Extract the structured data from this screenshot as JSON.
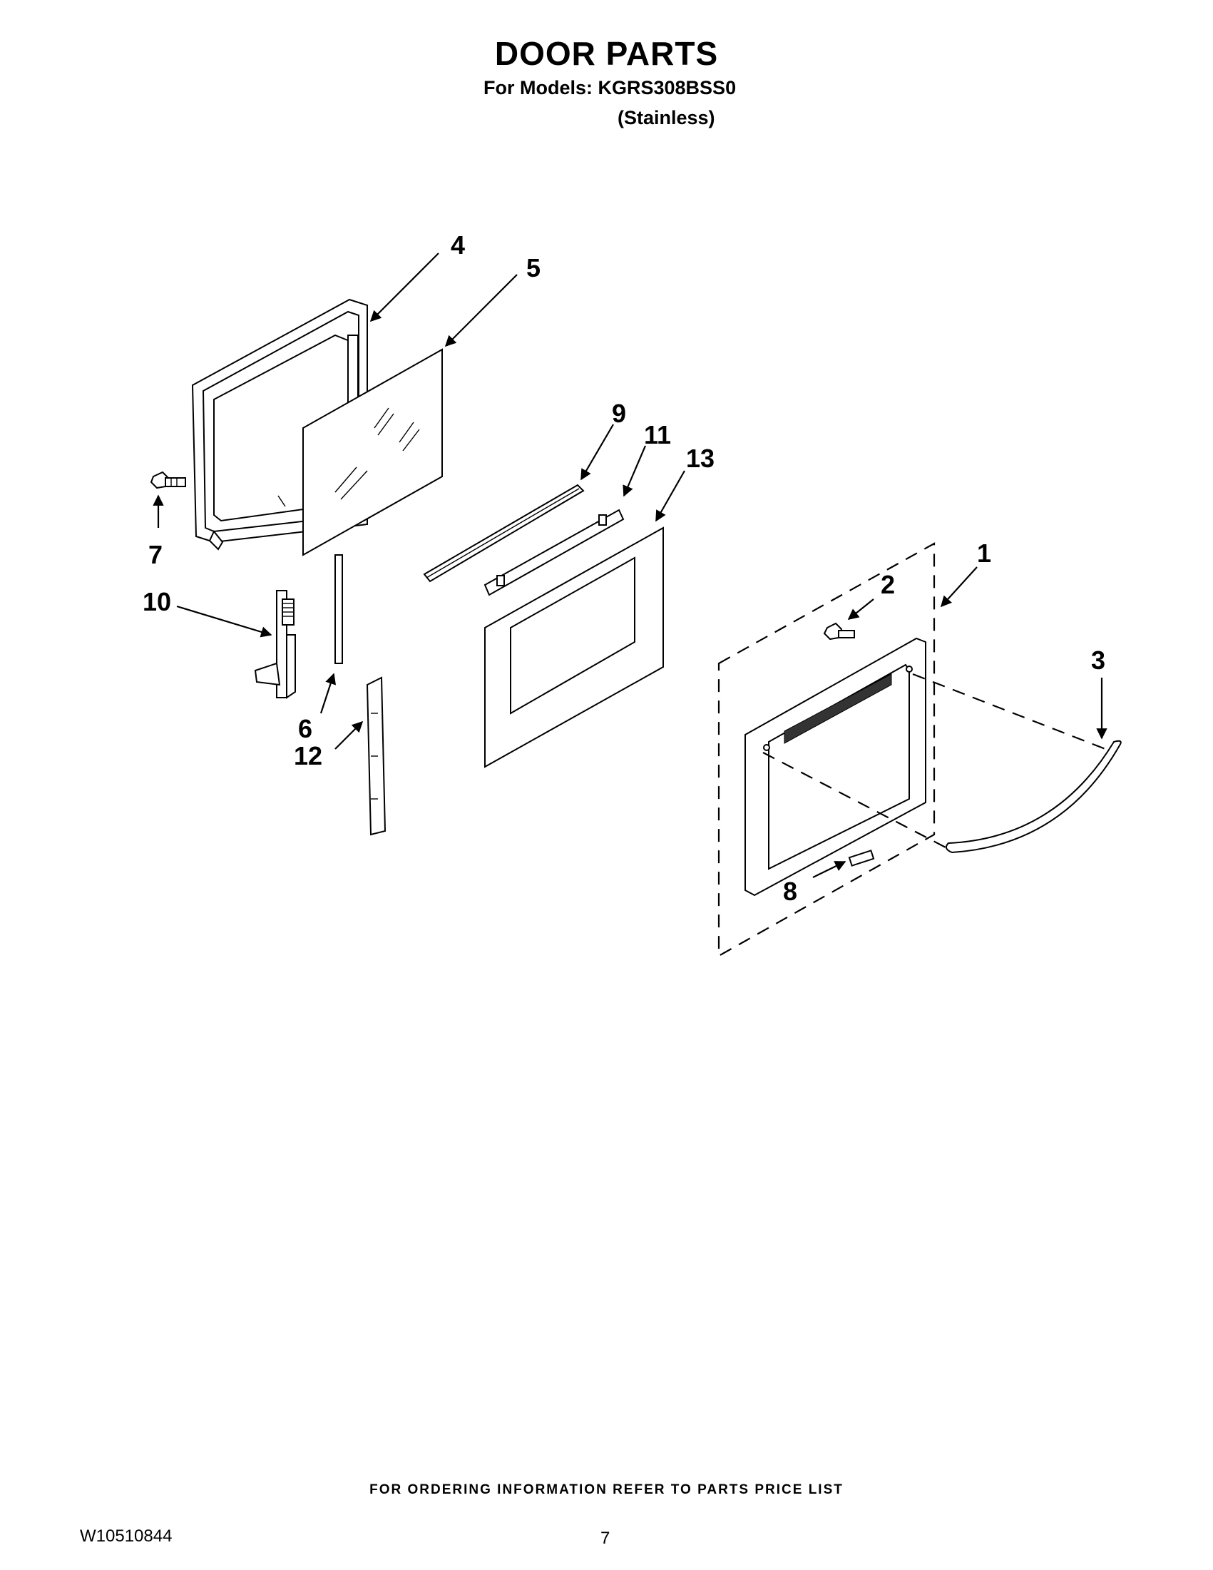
{
  "header": {
    "title": "DOOR PARTS",
    "models_line": "For Models: KGRS308BSS0",
    "finish_line": "(Stainless)"
  },
  "callouts": [
    "1",
    "2",
    "3",
    "4",
    "5",
    "6",
    "7",
    "8",
    "9",
    "10",
    "11",
    "12",
    "13"
  ],
  "footer": {
    "ordering_note": "FOR ORDERING INFORMATION REFER TO PARTS PRICE LIST",
    "document_number": "W10510844",
    "page_number": "7"
  }
}
